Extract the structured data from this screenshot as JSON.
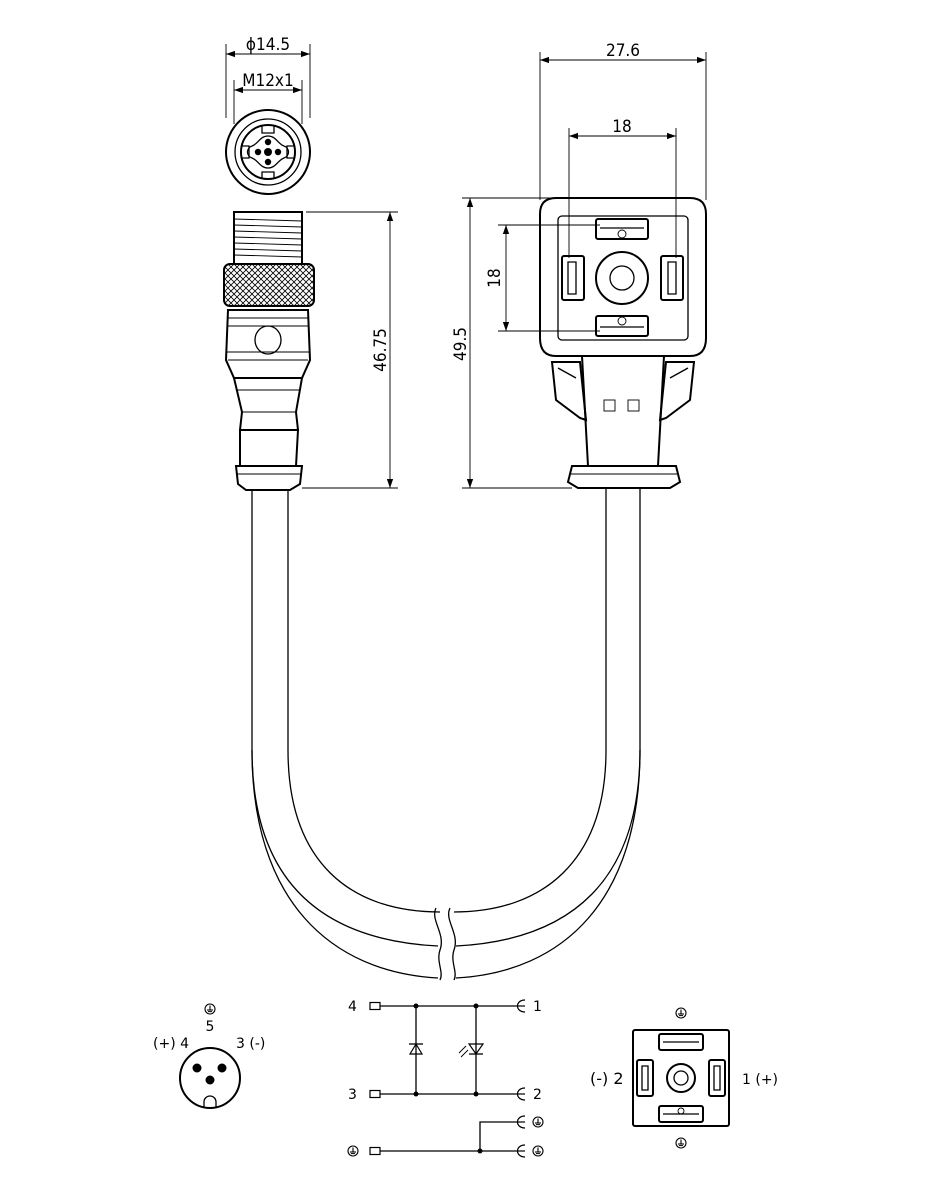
{
  "dimensions": {
    "m12_diameter": "ϕ14.5",
    "m12_thread": "M12x1",
    "m12_length": "46.75",
    "valve_width": "27.6",
    "valve_pin_spacing_h": "18",
    "valve_pin_spacing_v": "18",
    "valve_height": "49.5"
  },
  "m12_pinout": {
    "ground_label": "5",
    "pin4": "(+) 4",
    "pin3": "3 (-)"
  },
  "circuit": {
    "in_top": "4",
    "in_bottom": "3",
    "out_top": "1",
    "out_bottom": "2"
  },
  "valve_pinout": {
    "left": "(-) 2",
    "right": "1 (+)"
  }
}
